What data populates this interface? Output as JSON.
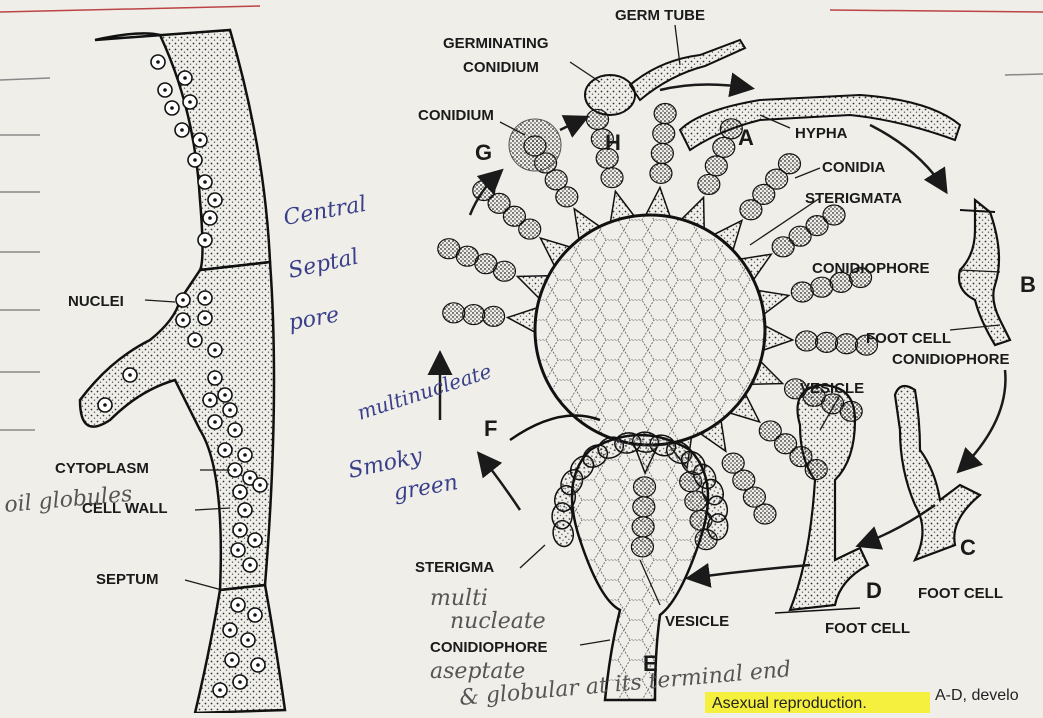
{
  "labels": {
    "germ_tube": "GERM TUBE",
    "germinating_conidium_1": "GERMINATING",
    "germinating_conidium_2": "CONIDIUM",
    "conidium": "CONIDIUM",
    "hypha": "HYPHA",
    "conidia": "CONIDIA",
    "sterigmata": "STERIGMATA",
    "conidiophore_b": "CONIDIOPHORE",
    "foot_cell_b": "FOOT CELL",
    "conidiophore_c": "CONIDIOPHORE",
    "vesicle_d": "VESICLE",
    "foot_cell_c": "FOOT CELL",
    "foot_cell_d": "FOOT CELL",
    "sterigma": "STERIGMA",
    "vesicle_e": "VESICLE",
    "conidiophore_e": "CONIDIOPHORE",
    "nuclei": "NUCLEI",
    "cytoplasm": "CYTOPLASM",
    "cell_wall": "CELL WALL",
    "septum": "SEPTUM"
  },
  "stage_letters": {
    "A": "A",
    "B": "B",
    "C": "C",
    "D": "D",
    "E": "E",
    "F": "F",
    "G": "G",
    "H": "H"
  },
  "handwritten": {
    "central_1": "Central",
    "central_2": "Septal",
    "central_3": "pore",
    "multinucleate_1": "multinucleate",
    "smoky_green_1": "Smoky",
    "smoky_green_2": "green",
    "oil_globules": "oil globules",
    "multi_1": "multi",
    "multi_2": "nucleate",
    "aseptate": "aseptate",
    "globular": "& globular at its terminal end"
  },
  "caption": {
    "highlight": "Asexual reproduction.",
    "rest": "A-D, develo"
  },
  "colors": {
    "ink": "#1a1a1a",
    "pen_blue": "#3a3f8a",
    "highlight": "#f4f02a",
    "paper": "#efeee9"
  }
}
